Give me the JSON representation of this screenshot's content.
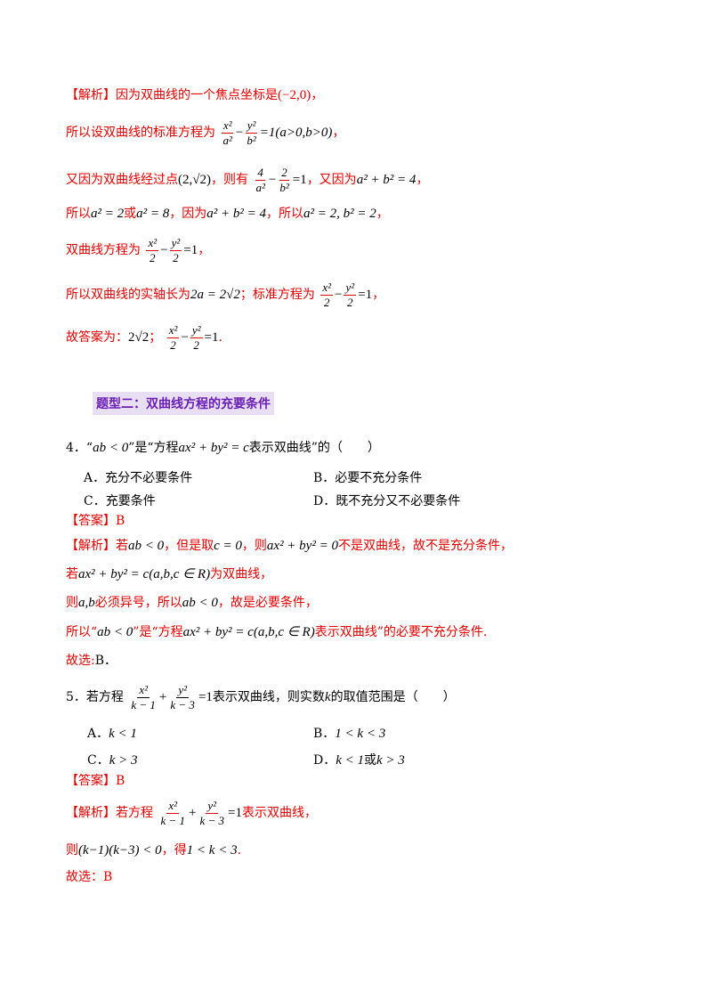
{
  "sol3": {
    "l1_tag": "【解析】",
    "l1_a": "因为双曲线的一个焦点坐标是",
    "l1_m": "(−2,0)",
    "l1_b": "，",
    "l2_a": "所以设双曲线的标准方程为",
    "l2_fx": "x²",
    "l2_fa": "a²",
    "l2_fy": "y²",
    "l2_fb": "b²",
    "l2_m": "=1(a>0,b>0)",
    "l2_b": "，",
    "l3_a": "又因为双曲线经过点",
    "l3_m1": "(2,√2)",
    "l3_b": "，则有",
    "l3_f1n": "4",
    "l3_f1d": "a²",
    "l3_f2n": "2",
    "l3_f2d": "b²",
    "l3_m2": "=1",
    "l3_c": "，又因为",
    "l3_m3": "a² + b² = 4",
    "l3_d": "，",
    "l4_a": "所以",
    "l4_m1": "a² = 2",
    "l4_b": "或",
    "l4_m2": "a² = 8",
    "l4_c": "，因为",
    "l4_m3": "a² + b² = 4",
    "l4_d": "，所以",
    "l4_m4": "a² = 2, b² = 2",
    "l4_e": "，",
    "l5_a": "双曲线方程为",
    "l5_fxn": "x²",
    "l5_fxd": "2",
    "l5_fyn": "y²",
    "l5_fyd": "2",
    "l5_m": "=1",
    "l5_b": "，",
    "l6_a": "所以双曲线的实轴长为",
    "l6_m1": "2a = 2√2",
    "l6_b": "；标准方程为",
    "l6_fxn": "x²",
    "l6_fxd": "2",
    "l6_fyn": "y²",
    "l6_fyd": "2",
    "l6_m2": "=1",
    "l6_c": "，",
    "l7_a": "故答案为：",
    "l7_m1": "2√2",
    "l7_b": "；",
    "l7_fxn": "x²",
    "l7_fxd": "2",
    "l7_fyn": "y²",
    "l7_fyd": "2",
    "l7_m2": "=1",
    "l7_c": "."
  },
  "section_title": "题型二：双曲线方程的充要条件",
  "q4": {
    "num": "4．",
    "a": "“",
    "m1": "ab < 0",
    "b": "”是“方程",
    "m2": "ax² + by² = c",
    "c": "表示双曲线”的（　　）",
    "options": [
      "A．充分不必要条件",
      "B．必要不充分条件",
      "C．充要条件",
      "D．既不充分又不必要条件"
    ],
    "answer_tag": "【答案】",
    "answer": "B",
    "s_tag": "【解析】",
    "s1_a": "若",
    "s1_m1": "ab < 0",
    "s1_b": "，但是取",
    "s1_m2": "c = 0",
    "s1_c": "，则",
    "s1_m3": "ax² + by² = 0",
    "s1_d": "不是双曲线，故不是充分条件，",
    "s2_a": "若",
    "s2_m": "ax² + by² = c(a,b,c ∈ R)",
    "s2_b": "为双曲线，",
    "s3_a": "则",
    "s3_m1": "a,b",
    "s3_b": "必须异号，所以",
    "s3_m2": "ab < 0",
    "s3_c": "，故是必要条件，",
    "s4_a": "所以“",
    "s4_m1": "ab < 0",
    "s4_b": "”是“方程",
    "s4_m2": "ax² + by² = c(a,b,c ∈ R)",
    "s4_c": "表示双曲线”的必要不充分条件.",
    "s5_a": "故选:",
    "s5_b": "B．"
  },
  "q5": {
    "num": "5．",
    "a": "若方程",
    "f1n": "x²",
    "f1d": "k − 1",
    "f2n": "y²",
    "f2d": "k − 3",
    "m1": "=1",
    "b": "表示双曲线，则实数",
    "m2": "k",
    "c": "的取值范围是（　　）",
    "optA_l": "A．",
    "optA_m": "k < 1",
    "optB_l": "B．",
    "optB_m": "1 < k < 3",
    "optC_l": "C．",
    "optC_m": "k > 3",
    "optD_l": "D．",
    "optD_m1": "k < 1",
    "optD_t": "或",
    "optD_m2": "k > 3",
    "answer_tag": "【答案】",
    "answer": "B",
    "s_tag": "【解析】",
    "s1_a": "若方程",
    "s1_f1n": "x²",
    "s1_f1d": "k − 1",
    "s1_f2n": "y²",
    "s1_f2d": "k − 3",
    "s1_m": "=1",
    "s1_b": "表示双曲线，",
    "s2_a": "则",
    "s2_m1": "(k−1)(k−3) < 0",
    "s2_b": "，得",
    "s2_m2": "1 < k < 3",
    "s2_c": ".",
    "s3": "故选：B"
  }
}
